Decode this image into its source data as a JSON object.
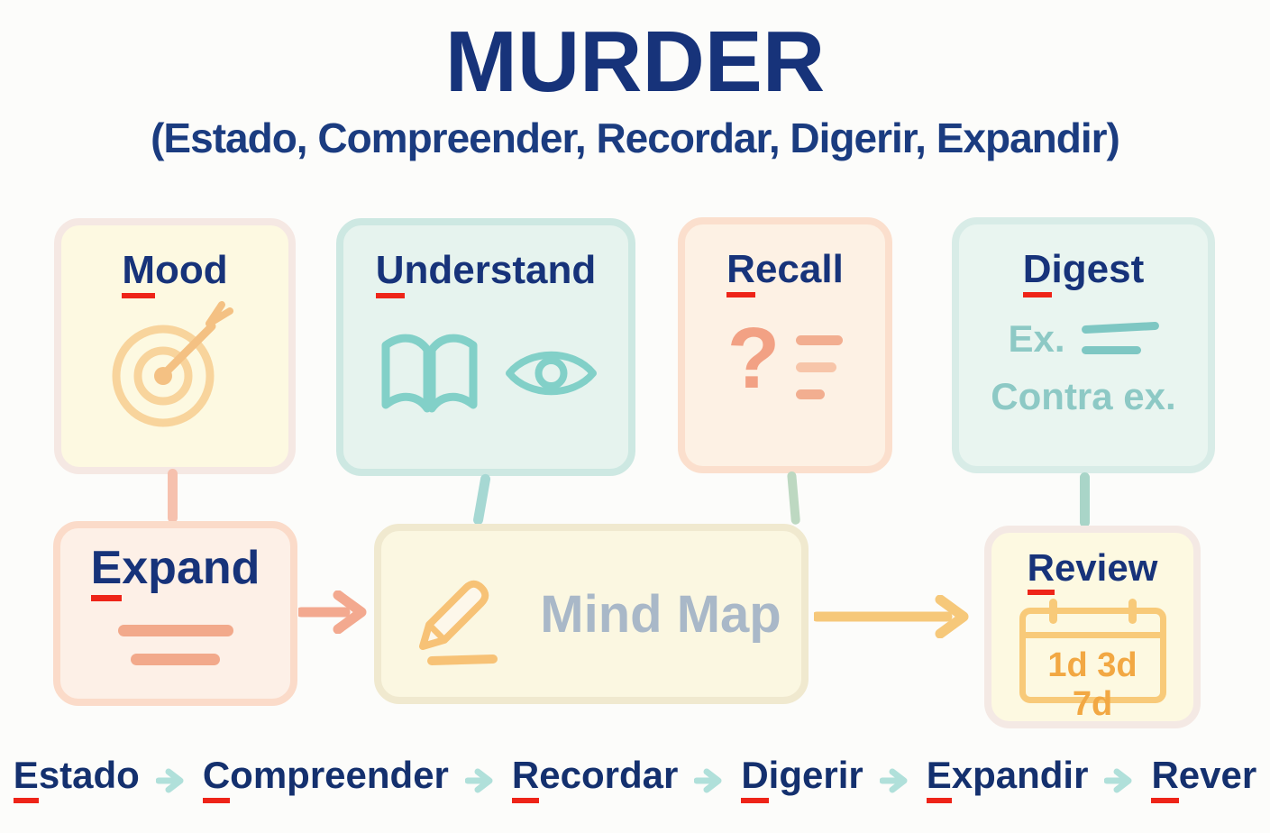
{
  "header": {
    "title": "MURDER",
    "subtitle": "(Estado, Compreender, Recordar, Digerir, Expandir)"
  },
  "cards": {
    "mood": {
      "first": "M",
      "rest": "ood"
    },
    "understand": {
      "first": "U",
      "rest": "nderstand"
    },
    "recall": {
      "first": "R",
      "rest": "ecall",
      "question_glyph": "?"
    },
    "digest": {
      "first": "D",
      "rest": "igest",
      "example_label": "Ex.",
      "counter_label": "Contra ex."
    },
    "expand": {
      "first": "E",
      "rest": "xpand"
    },
    "mindmap": {
      "label": "Mind Map"
    },
    "review": {
      "first": "R",
      "rest": "eview",
      "intervals": "1d 3d 7d"
    }
  },
  "flow": {
    "steps": [
      {
        "first": "E",
        "rest": "stado"
      },
      {
        "first": "C",
        "rest": "ompreender"
      },
      {
        "first": "R",
        "rest": "ecordar"
      },
      {
        "first": "D",
        "rest": "igerir"
      },
      {
        "first": "E",
        "rest": "xpandir"
      },
      {
        "first": "R",
        "rest": "ever"
      }
    ]
  },
  "icons": {
    "mood": "target-icon",
    "understand": [
      "open-book-icon",
      "eye-icon"
    ],
    "recall": "question-mark-icon",
    "mindmap": "pencil-icon",
    "review": "calendar-icon",
    "flow": "arrow-right-icon"
  },
  "colors": {
    "navy_text": "#17337a",
    "red_underline": "#ee2418",
    "mood_bg": "#fdf9e1",
    "understand_bg": "#e6f3ee",
    "recall_bg": "#fdf1e4",
    "digest_bg": "#e9f5f0",
    "expand_bg": "#fdf0e7",
    "mindmap_bg": "#fbf7e1",
    "review_bg": "#fdf9e1",
    "teal_icon": "#82d0c8",
    "orange_icon": "#f8ca79",
    "salmon_icon": "#f2a98b",
    "mindmap_text": "#a9b8c8",
    "flow_arrow": "#b0e0da"
  }
}
